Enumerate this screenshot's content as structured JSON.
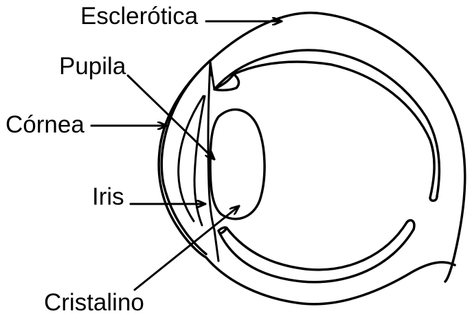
{
  "diagram": {
    "labels": {
      "esclerotica": "Esclerótica",
      "pupila": "Pupila",
      "cornea": "Córnea",
      "iris": "Iris",
      "cristalino": "Cristalino"
    },
    "colors": {
      "line": "#000000",
      "background": "#ffffff"
    }
  }
}
